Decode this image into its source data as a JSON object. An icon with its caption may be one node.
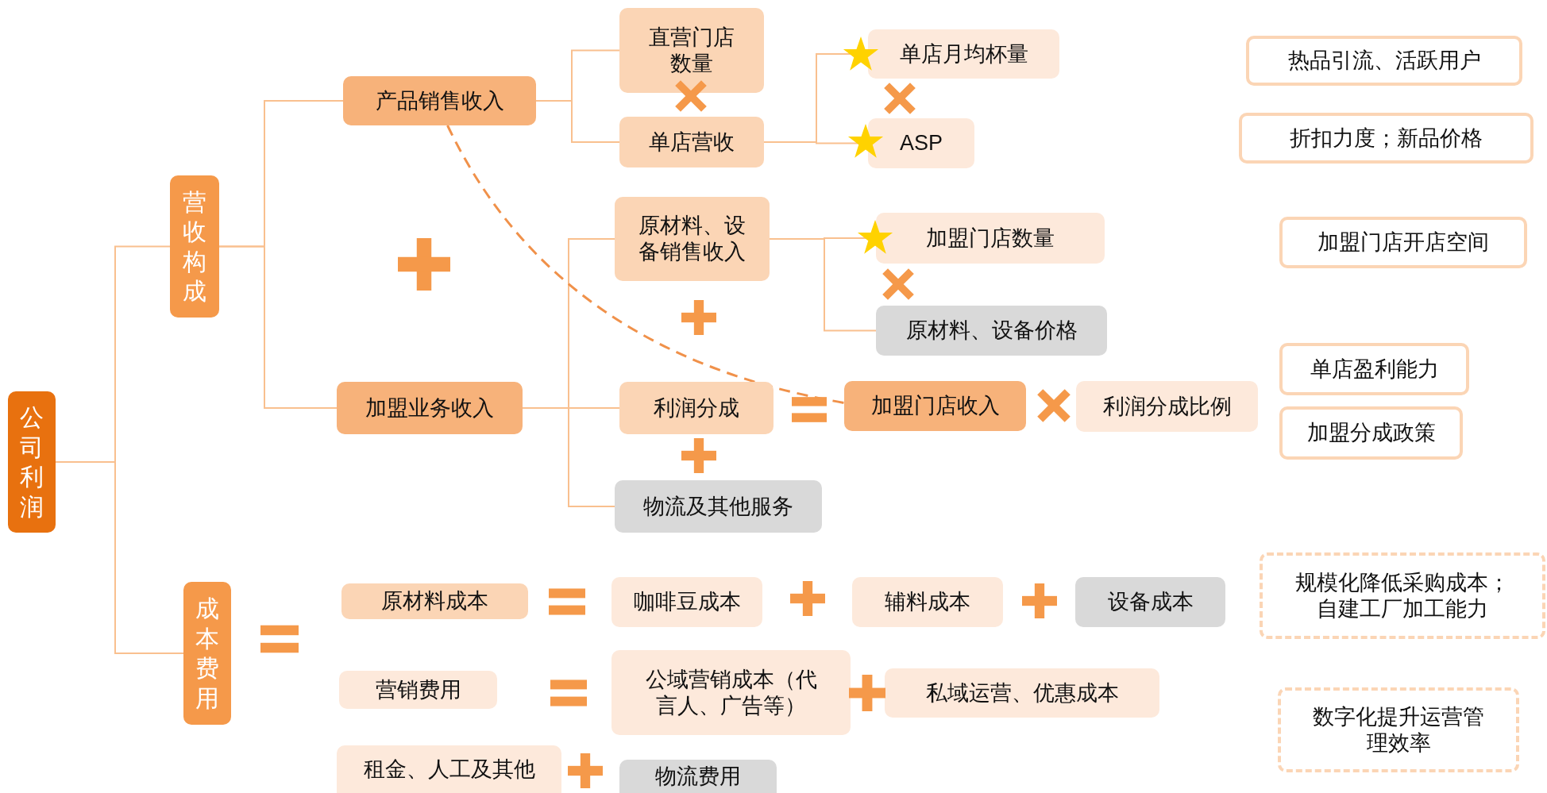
{
  "diagram": {
    "nodes": [
      {
        "text": [
          "公司利润"
        ]
      },
      {
        "text": [
          "营收构成"
        ]
      },
      {
        "text": [
          "成本费用"
        ]
      },
      {
        "text": [
          "产品销售收入"
        ]
      },
      {
        "text": [
          "加盟业务收入"
        ]
      },
      {
        "text": [
          "直营门店数量"
        ]
      },
      {
        "text": [
          "单店营收"
        ]
      },
      {
        "text": [
          "单店月均杯量"
        ]
      },
      {
        "text": [
          "ASP"
        ]
      },
      {
        "text": [
          "原材料、设备销售收入"
        ]
      },
      {
        "text": [
          "利润分成"
        ]
      },
      {
        "text": [
          "物流及其他服务"
        ]
      },
      {
        "text": [
          "加盟门店数量"
        ]
      },
      {
        "text": [
          "原材料、设备价格"
        ]
      },
      {
        "text": [
          "加盟门店收入"
        ]
      },
      {
        "text": [
          "利润分成比例"
        ]
      },
      {
        "text": [
          "热品引流、活跃用户"
        ]
      },
      {
        "text": [
          "折扣力度；新品价格"
        ]
      },
      {
        "text": [
          "加盟门店开店空间"
        ]
      },
      {
        "text": [
          "单店盈利能力"
        ]
      },
      {
        "text": [
          "加盟分成政策"
        ]
      },
      {
        "text": [
          "原材料成本"
        ]
      },
      {
        "text": [
          "咖啡豆成本"
        ]
      },
      {
        "text": [
          "辅料成本"
        ]
      },
      {
        "text": [
          "设备成本"
        ]
      },
      {
        "text": [
          "规模化降低采购成本；自建工厂加工能力"
        ]
      },
      {
        "text": [
          "营销费用"
        ]
      },
      {
        "text": [
          "公域营销成本（代言人、广告等）"
        ]
      },
      {
        "text": [
          "私域运营、优惠成本"
        ]
      },
      {
        "text": [
          "数字化提升运营管理效率"
        ]
      },
      {
        "text": [
          "租金、人工及其他"
        ]
      },
      {
        "text": [
          "物流费用"
        ]
      }
    ],
    "edges": [
      {
        "from": 0,
        "to": 1,
        "arrow": "none"
      },
      {
        "from": 0,
        "to": 2,
        "arrow": "none"
      },
      {
        "from": 1,
        "to": 3,
        "arrow": "none"
      },
      {
        "from": 1,
        "to": 4,
        "arrow": "none"
      },
      {
        "from": 3,
        "to": 5,
        "arrow": "none"
      },
      {
        "from": 3,
        "to": 6,
        "arrow": "none"
      },
      {
        "from": 6,
        "to": 7,
        "arrow": "none"
      },
      {
        "from": 6,
        "to": 8,
        "arrow": "none"
      },
      {
        "from": 4,
        "to": 9,
        "arrow": "none"
      },
      {
        "from": 4,
        "to": 10,
        "arrow": "none"
      },
      {
        "from": 4,
        "to": 11,
        "arrow": "none"
      },
      {
        "from": 9,
        "to": 12,
        "arrow": "none"
      },
      {
        "from": 9,
        "to": 13,
        "arrow": "none"
      },
      {
        "from": 3,
        "to": 14,
        "arrow": "none",
        "style": "dashed",
        "color": "#f0914a"
      }
    ]
  }
}
